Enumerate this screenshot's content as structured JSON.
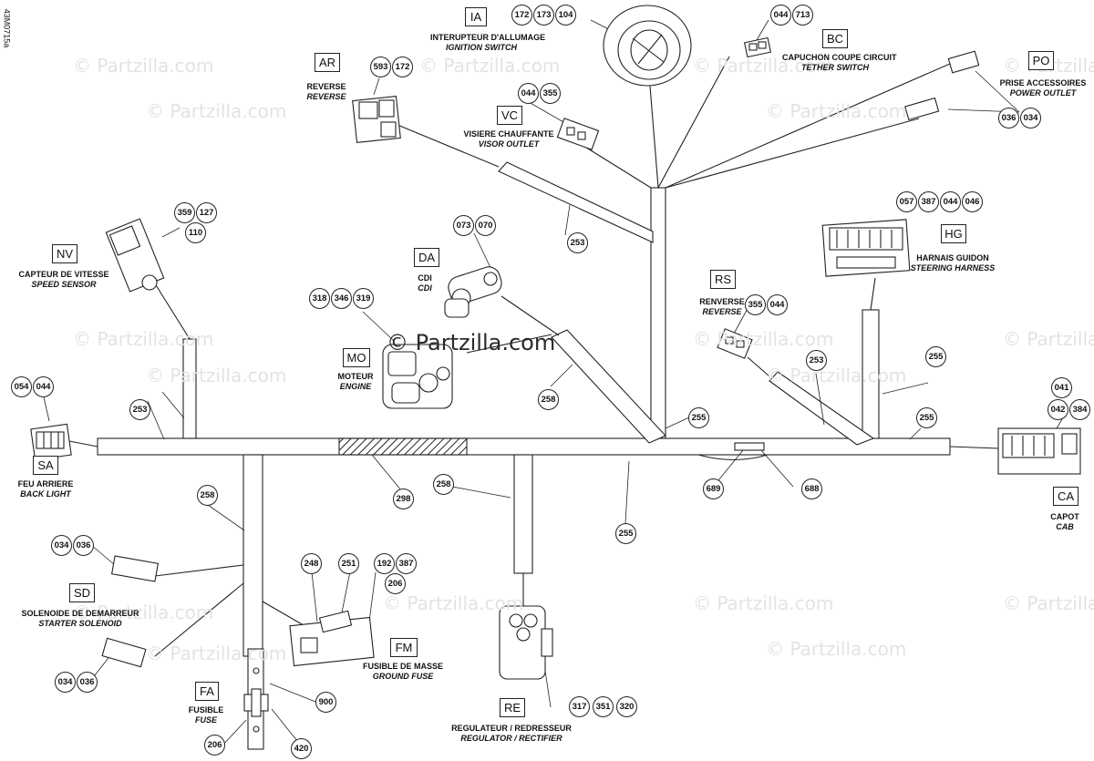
{
  "document_id": "43M0715a",
  "watermark": {
    "main": "© Partzilla.com",
    "tile": "© Partzilla.com"
  },
  "components": [
    {
      "id": "IA",
      "fr": "INTERUPTEUR D'ALLUMAGE",
      "en": "IGNITION SWITCH",
      "refs": [
        "172",
        "173",
        "104"
      ]
    },
    {
      "id": "BC",
      "fr": "CAPUCHON COUPE CIRCUIT",
      "en": "TETHER SWITCH",
      "refs": [
        "044",
        "713"
      ]
    },
    {
      "id": "PO",
      "fr": "PRISE ACCESSOIRES",
      "en": "POWER OUTLET",
      "refs": [
        "036",
        "034"
      ]
    },
    {
      "id": "AR",
      "fr": "REVERSE",
      "en": "REVERSE",
      "refs": [
        "593",
        "172"
      ]
    },
    {
      "id": "VC",
      "fr": "VISIERE CHAUFFANTE",
      "en": "VISOR OUTLET",
      "refs": [
        "044",
        "355"
      ]
    },
    {
      "id": "NV",
      "fr": "CAPTEUR DE VITESSE",
      "en": "SPEED SENSOR",
      "refs": [
        "359",
        "127",
        "110"
      ]
    },
    {
      "id": "DA",
      "fr": "CDI",
      "en": "CDI",
      "refs": [
        "073",
        "070"
      ]
    },
    {
      "id": "HG",
      "fr": "HARNAIS GUIDON",
      "en": "STEERING HARNESS",
      "refs": [
        "057",
        "387",
        "044",
        "046"
      ]
    },
    {
      "id": "RS",
      "fr": "RENVERSE",
      "en": "REVERSE",
      "refs": [
        "355",
        "044"
      ]
    },
    {
      "id": "MO",
      "fr": "MOTEUR",
      "en": "ENGINE",
      "refs": [
        "318",
        "346",
        "319"
      ]
    },
    {
      "id": "SA",
      "fr": "FEU ARRIERE",
      "en": "BACK LIGHT",
      "refs": [
        "054",
        "044"
      ]
    },
    {
      "id": "CA",
      "fr": "CAPOT",
      "en": "CAB",
      "refs": [
        "041",
        "042",
        "384"
      ]
    },
    {
      "id": "SD",
      "fr": "SOLENOIDE DE DEMARREUR",
      "en": "STARTER SOLENOID",
      "refs": [
        "034",
        "036",
        "034",
        "036"
      ]
    },
    {
      "id": "FM",
      "fr": "FUSIBLE DE MASSE",
      "en": "GROUND FUSE",
      "refs": [
        "248",
        "251",
        "192",
        "387",
        "206"
      ]
    },
    {
      "id": "FA",
      "fr": "FUSIBLE",
      "en": "FUSE",
      "refs": [
        "900",
        "206",
        "420"
      ]
    },
    {
      "id": "RE",
      "fr": "REGULATEUR / REDRESSEUR",
      "en": "REGULATOR / RECTIFIER",
      "refs": [
        "317",
        "351",
        "320"
      ]
    }
  ],
  "callouts": {
    "c253a": "253",
    "c253b": "253",
    "c253c": "253",
    "c255a": "255",
    "c255b": "255",
    "c255c": "255",
    "c255d": "255",
    "c258a": "258",
    "c258b": "258",
    "c258c": "258",
    "c298": "298",
    "c689": "689",
    "c688": "688"
  }
}
